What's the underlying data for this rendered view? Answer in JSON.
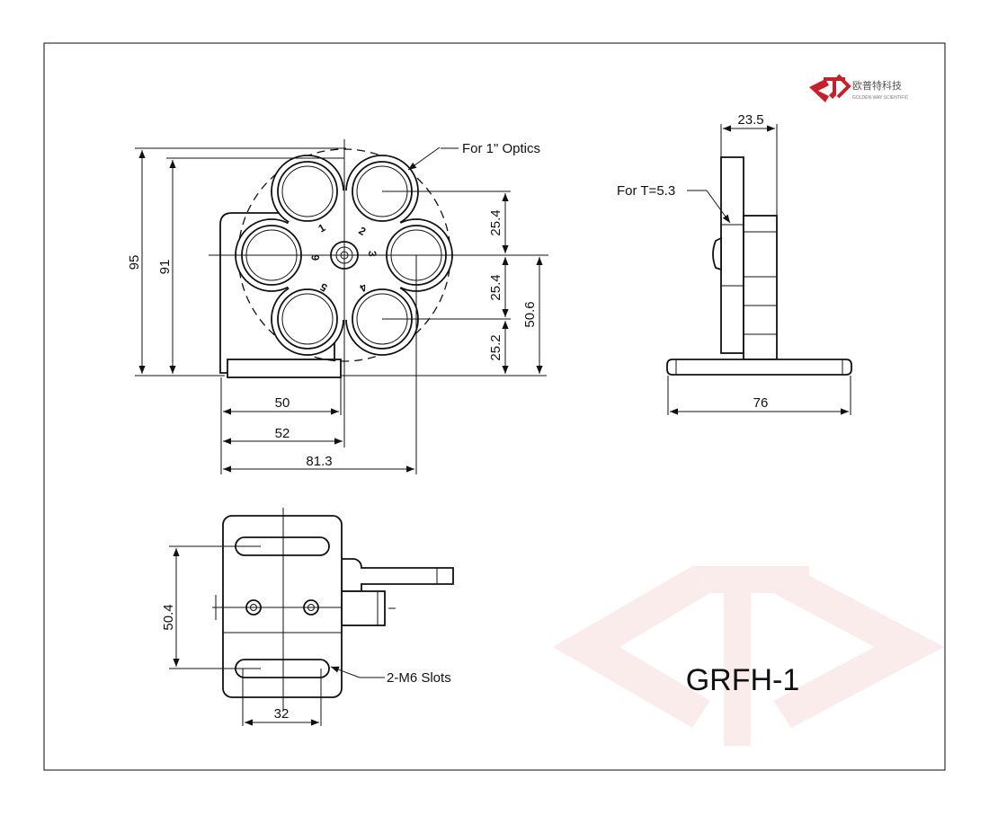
{
  "dimensions": {
    "front_height_total": "95",
    "front_height_wheel": "91",
    "spacing_upper": "25.4",
    "spacing_middle": "25.4",
    "spacing_lower": "25.2",
    "center_height": "50.6",
    "width_base": "50",
    "width_center": "52",
    "width_overall": "81.3",
    "side_thickness": "23.5",
    "side_base_length": "76",
    "slot_spacing": "50.4",
    "slot_width": "32"
  },
  "notes": {
    "optics": "For 1\" Optics",
    "thickness": "For T=5.3",
    "slots": "2-M6 Slots"
  },
  "positions_labels": [
    "1",
    "2",
    "3",
    "4",
    "5",
    "6"
  ],
  "model": "GRFH-1",
  "logo": {
    "name_cn": "欧普特科技",
    "name_en": "GOLDEN WAY SCIENTIFIC",
    "color": "#c8202a"
  },
  "colors": {
    "line": "#111111",
    "watermark": "#fbecec"
  }
}
